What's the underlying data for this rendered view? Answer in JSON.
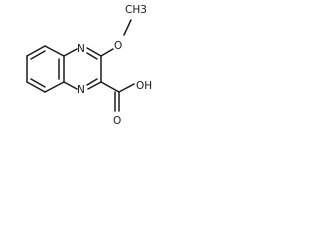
{
  "molecule": {
    "methyl_label": "CH3",
    "ether_oxygen_label": "O",
    "ring_nitrogen_top_label": "N",
    "ring_nitrogen_bottom_label": "N",
    "carbonyl_oxygen_label": "O",
    "hydroxyl_label": "OH",
    "bond_color": "#1a1a1a"
  }
}
